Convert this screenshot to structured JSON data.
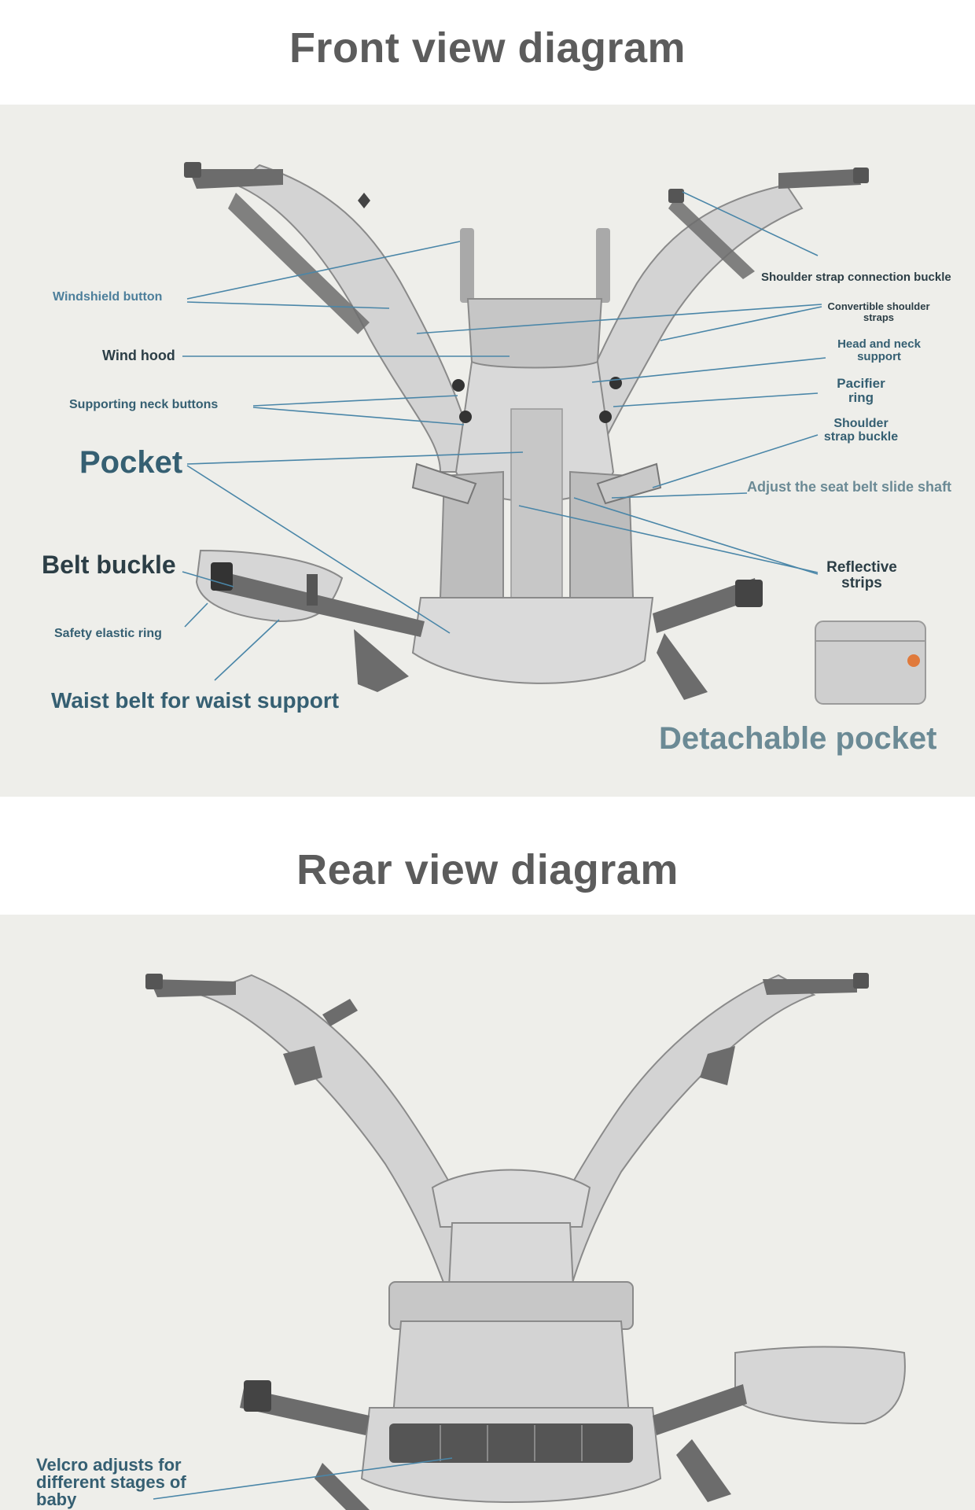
{
  "front": {
    "title": "Front view diagram",
    "labels": {
      "windshield_button": "Windshield button",
      "wind_hood": "Wind hood",
      "supporting_neck_buttons": "Supporting neck buttons",
      "pocket": "Pocket",
      "belt_buckle": "Belt buckle",
      "safety_elastic_ring": "Safety elastic ring",
      "waist_belt": "Waist belt for waist support",
      "shoulder_strap_connection_buckle": "Shoulder strap connection buckle",
      "convertible_shoulder_straps_1": "Convertible shoulder",
      "convertible_shoulder_straps_2": "straps",
      "head_neck_support_1": "Head and neck",
      "head_neck_support_2": "support",
      "pacifier_ring_1": "Pacifier",
      "pacifier_ring_2": "ring",
      "shoulder_strap_buckle_1": "Shoulder",
      "shoulder_strap_buckle_2": "strap buckle",
      "adjust_seat_belt": "Adjust the seat belt slide shaft",
      "reflective_strips_1": "Reflective",
      "reflective_strips_2": "strips",
      "detachable_pocket": "Detachable pocket"
    }
  },
  "rear": {
    "title": "Rear view diagram",
    "labels": {
      "velcro_1": "Velcro adjusts for",
      "velcro_2": "different stages of",
      "velcro_3": "baby"
    }
  },
  "colors": {
    "title_text": "#5c5c5c",
    "panel_bg": "#eeeeea",
    "callout_line": "#4a86a8",
    "strap_dark": "#6c6c6c",
    "fabric_light": "#cfcfcf"
  }
}
